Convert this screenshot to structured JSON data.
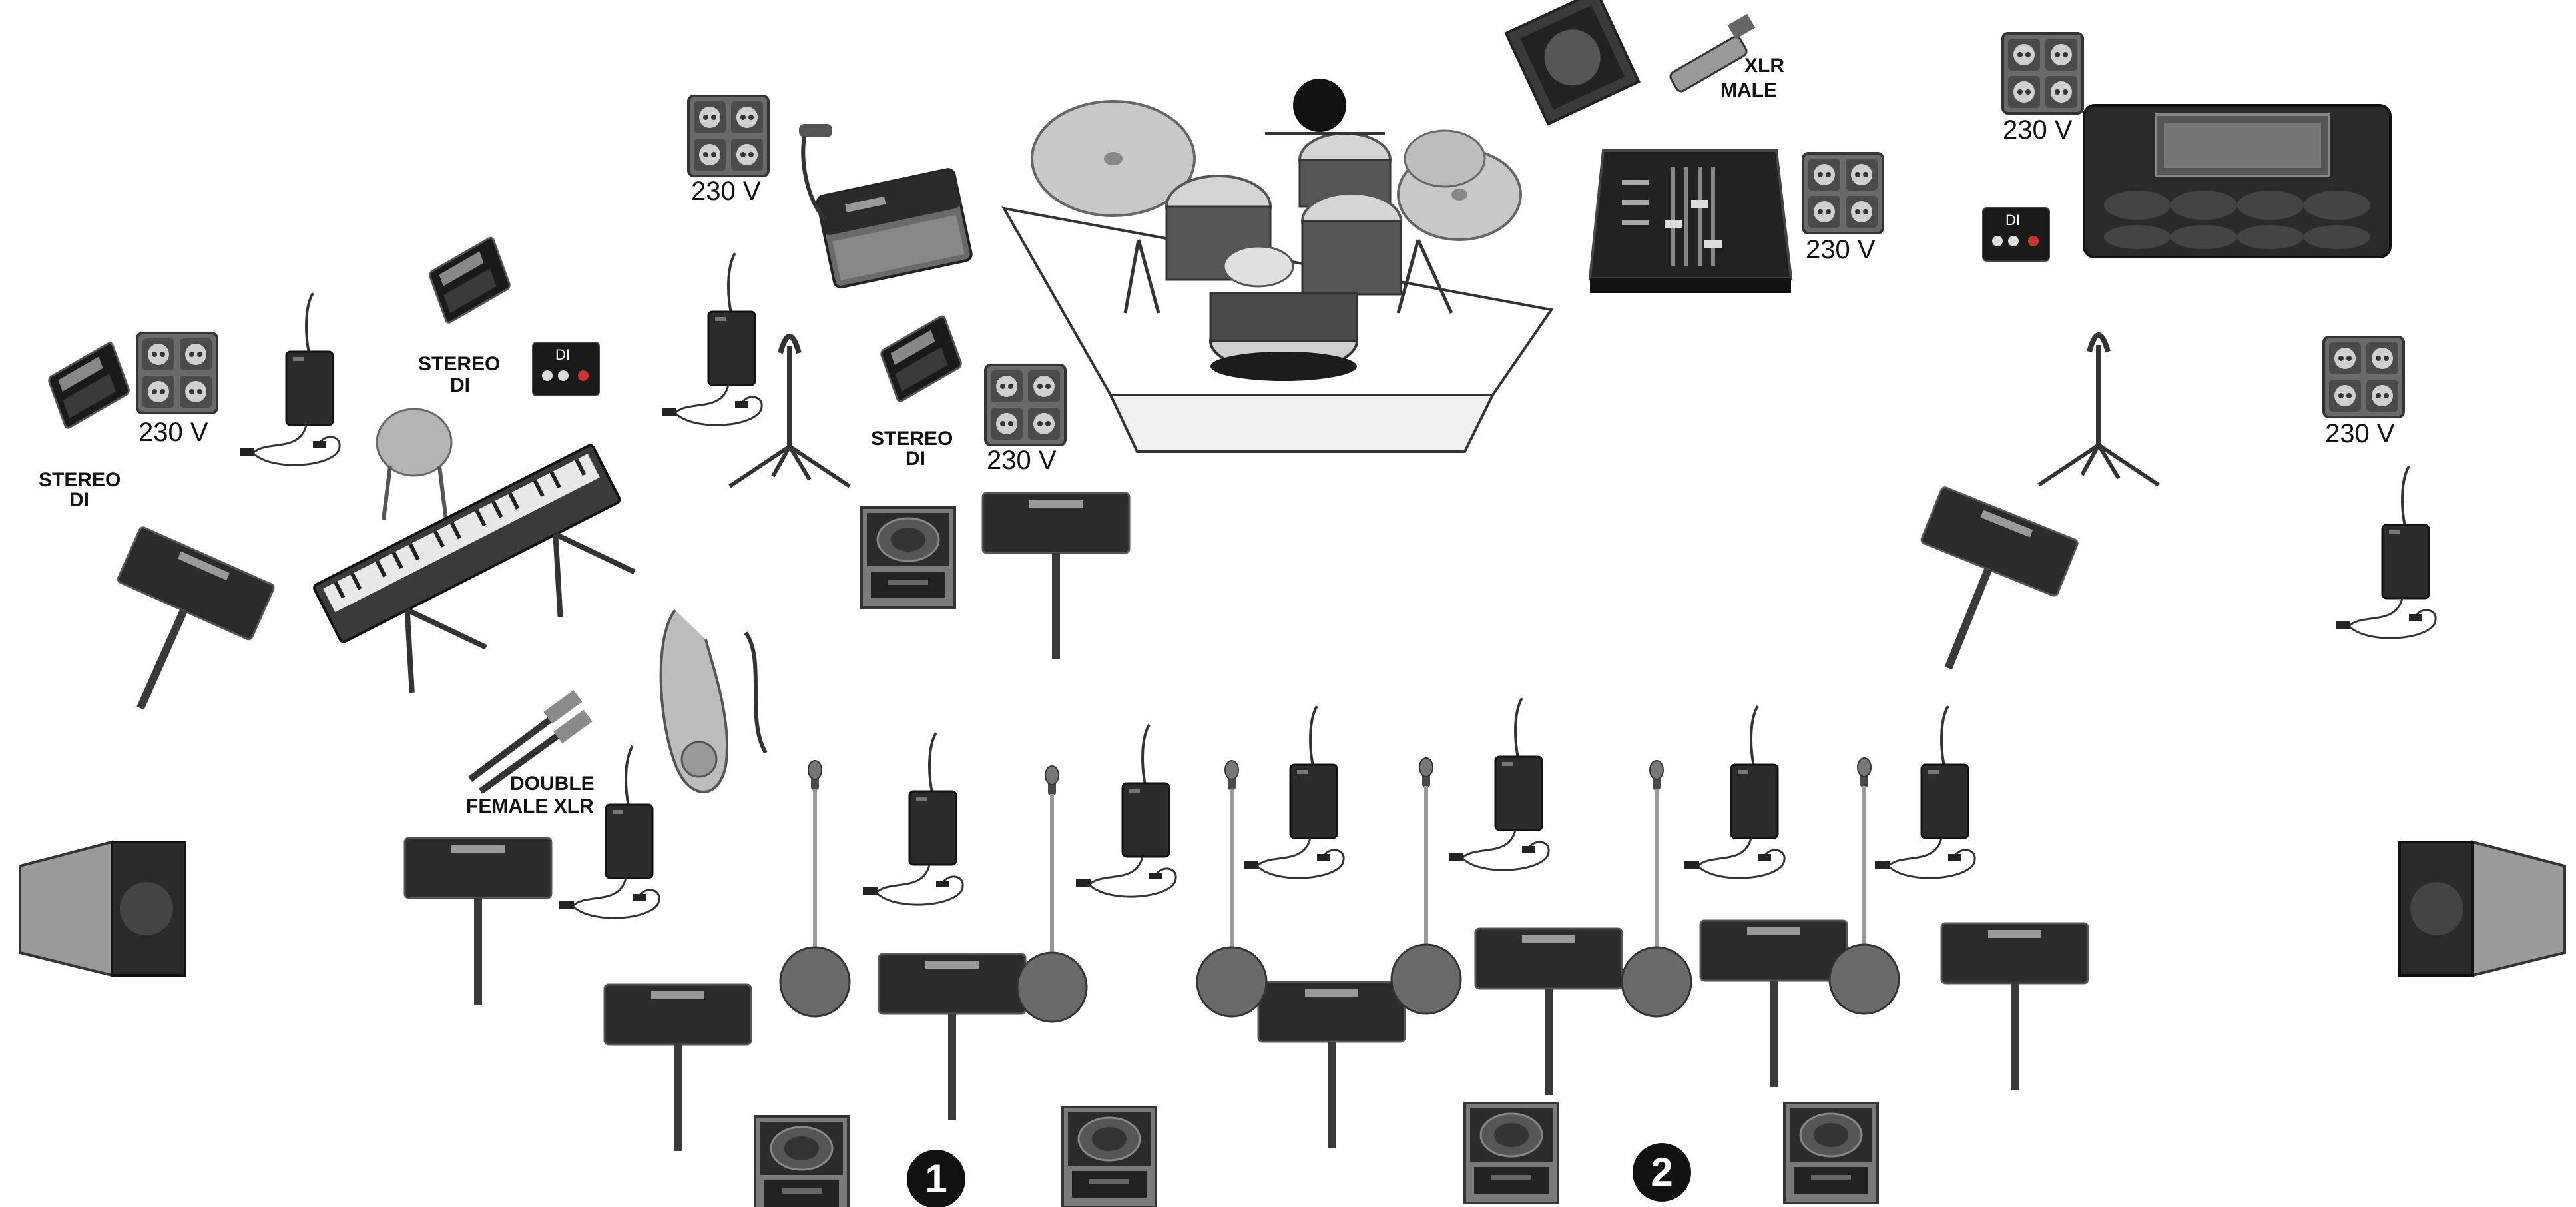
{
  "colors": {
    "device": "#2b2b2b",
    "device_dark": "#1a1a1a",
    "device_mid": "#505050",
    "light_gray": "#b4b4b4",
    "riser": "#f7f7f7",
    "outline": "#333333",
    "background": "#ffffff"
  },
  "labels": {
    "voltage": "230 V",
    "stereo_line1": "STEREO",
    "stereo_line2": "DI",
    "di_badge": "DI",
    "xlr_line1": "XLR",
    "xlr_line2": "MALE",
    "dfx_line1": "DOUBLE",
    "dfx_line2": "FEMALE XLR",
    "mon1": "1",
    "mon2": "2"
  },
  "icons": [
    "power-outlet-icon",
    "stereo-di-box-icon",
    "di-box-icon",
    "wireless-pack-icon",
    "music-stand-icon",
    "mic-stand-icon",
    "tripod-stand-icon",
    "stage-monitor-icon",
    "pa-speaker-icon",
    "keyboard-icon",
    "stool-icon",
    "drum-kit-icon",
    "mixer-icon",
    "amplifier-icon",
    "guitar-amp-icon",
    "xlr-cable-icon",
    "saxophone-icon"
  ]
}
